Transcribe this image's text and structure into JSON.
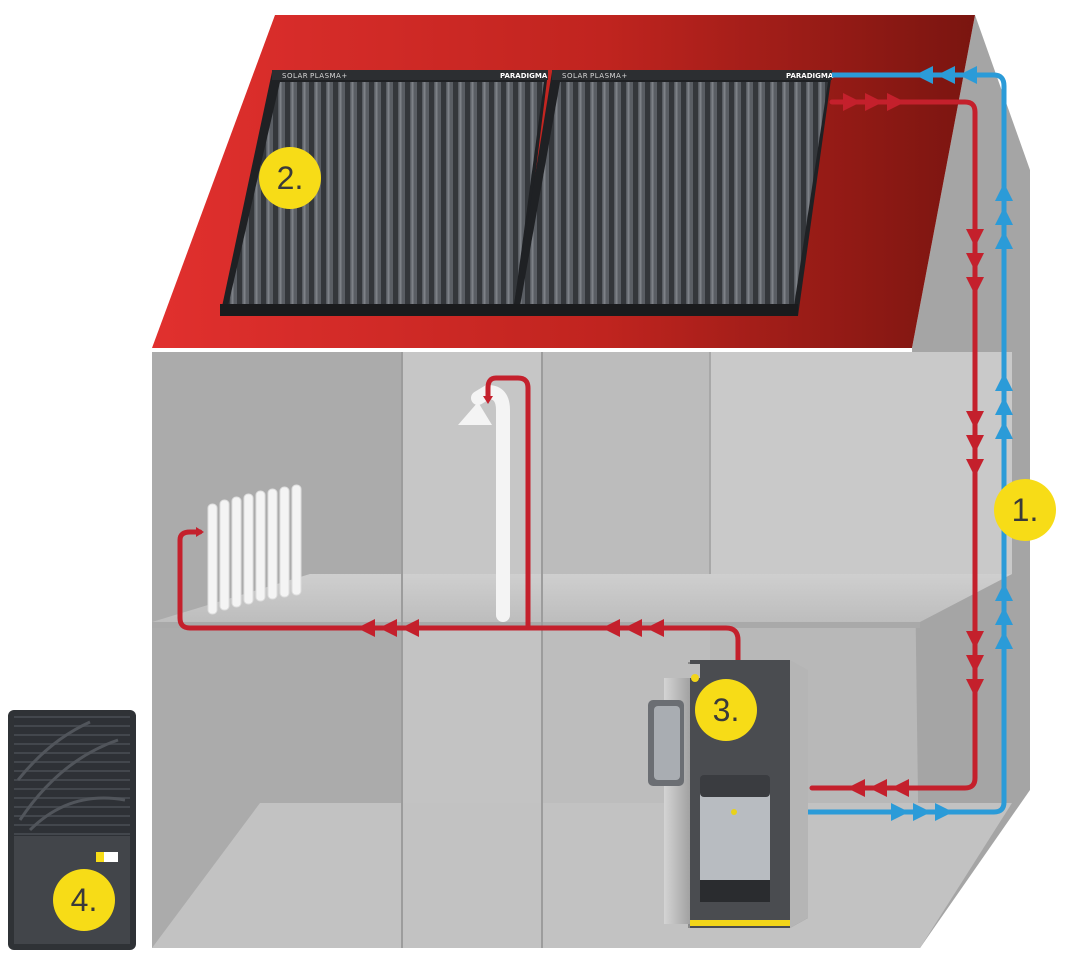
{
  "colors": {
    "hot_pipe": "#c4202c",
    "cold_pipe": "#2b9bd8",
    "badge": "#f7dc17",
    "roof": "#d62b2b",
    "wall": "#b4b4b4"
  },
  "badges": [
    {
      "label": "1.",
      "component": "solar-pipe-station"
    },
    {
      "label": "2.",
      "component": "solar-collectors"
    },
    {
      "label": "3.",
      "component": "storage-tank"
    },
    {
      "label": "4.",
      "component": "outdoor-heat-pump"
    }
  ],
  "collectors": [
    {
      "brand": "SOLAR",
      "model": "PLASMA+",
      "maker": "PARADIGMA"
    },
    {
      "brand": "SOLAR",
      "model": "PLASMA+",
      "maker": "PARADIGMA"
    }
  ],
  "icons": [
    "radiator-icon",
    "shower-icon",
    "flow-arrow-icon"
  ]
}
